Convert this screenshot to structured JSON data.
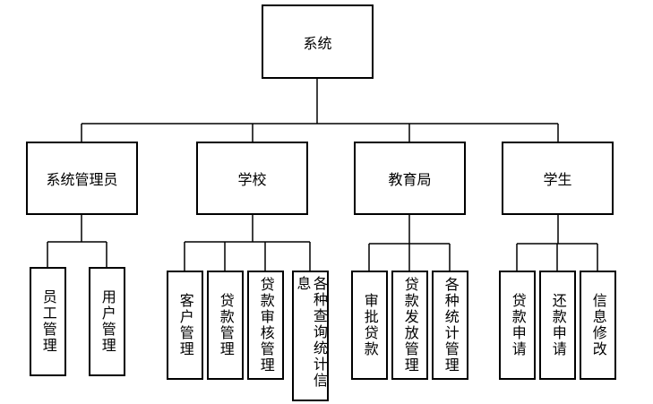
{
  "root": "系统",
  "roles": [
    "系统管理员",
    "学校",
    "教育局",
    "学生"
  ],
  "leaves": {
    "admin": [
      "员工管理",
      "用户管理"
    ],
    "school": [
      "客户管理",
      "贷款管理",
      "贷款审核管理",
      "各种查询统计信息"
    ],
    "bureau": [
      "审批贷款",
      "贷款发放管理",
      "各种统计管理"
    ],
    "student": [
      "贷款申请",
      "还款申请",
      "信息修改"
    ]
  },
  "colors": {
    "line": "#000000",
    "box_border": "#000000",
    "background": "#ffffff"
  }
}
